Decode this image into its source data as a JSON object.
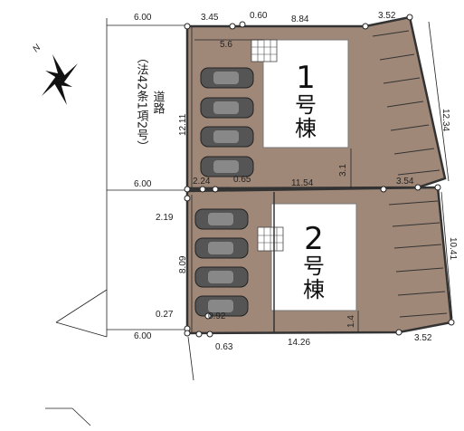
{
  "road": {
    "line1": "道路",
    "line2": "（法42条1項2号）"
  },
  "lot1": {
    "number": "1",
    "suffix1": "号",
    "suffix2": "棟"
  },
  "lot2": {
    "number": "2",
    "suffix1": "号",
    "suffix2": "棟"
  },
  "dimensions": {
    "top_left": "6.00",
    "top_a": "3.45",
    "top_b": "0.60",
    "top_c": "8.84",
    "top_d": "3.52",
    "house1_offset": "5.6",
    "lot1_left": "12.11",
    "lot1_right": "12.34",
    "house1_gap": "3.1",
    "mid_left": "6.00",
    "mid_a": "2.24",
    "mid_b": "0.65",
    "mid_c": "11.54",
    "mid_d": "3.54",
    "corner": "2.19",
    "lot2_left": "8.09",
    "lot2_right": "10.41",
    "house2_gap": "1.4",
    "bottom_corner_a": "0.27",
    "bottom_corner_b": "0.92",
    "bottom_left": "6.00",
    "bottom_a": "0.63",
    "bottom_b": "14.26",
    "bottom_c": "3.52"
  },
  "colors": {
    "lot_fill": "#a08878",
    "house_fill": "#ffffff",
    "boundary": "#333333",
    "car_fill": "#555555"
  },
  "icons": {
    "compass": "north-arrow-icon",
    "car": "parked-car-icon",
    "stairs": "entry-steps-icon"
  }
}
